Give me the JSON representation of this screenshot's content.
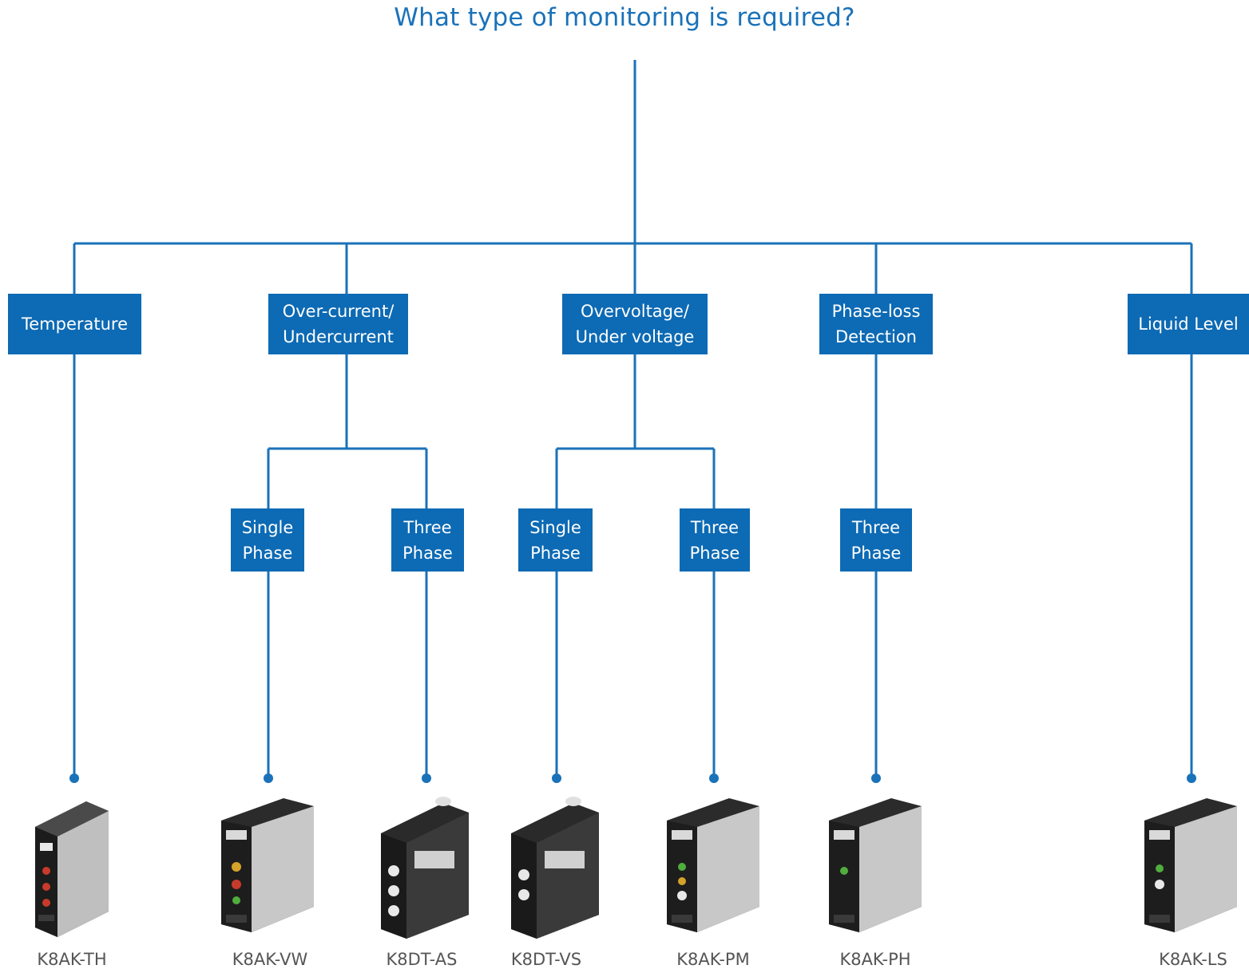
{
  "title": "What type of monitoring is required?",
  "colors": {
    "accent": "#0d6ab4",
    "line": "#1a72b9",
    "label": "#555555"
  },
  "categories": [
    {
      "label": "Temperature"
    },
    {
      "label": "Over-current/\nUndercurrent"
    },
    {
      "label": "Overvoltage/\nUnder voltage"
    },
    {
      "label": "Phase-loss\nDetection"
    },
    {
      "label": "Liquid Level"
    }
  ],
  "phases": [
    {
      "label": "Single\nPhase",
      "parent": "Over-current/\nUndercurrent"
    },
    {
      "label": "Three\nPhase",
      "parent": "Over-current/\nUndercurrent"
    },
    {
      "label": "Single\nPhase",
      "parent": "Overvoltage/\nUnder voltage"
    },
    {
      "label": "Three\nPhase",
      "parent": "Overvoltage/\nUnder voltage"
    },
    {
      "label": "Three\nPhase",
      "parent": "Phase-loss\nDetection"
    }
  ],
  "products": [
    {
      "model": "K8AK-TH",
      "icon": "relay-module-icon"
    },
    {
      "model": "K8AK-VW",
      "icon": "relay-module-icon"
    },
    {
      "model": "K8DT-AS",
      "icon": "relay-module-icon"
    },
    {
      "model": "K8DT-VS",
      "icon": "relay-module-icon"
    },
    {
      "model": "K8AK-PM",
      "icon": "relay-module-icon"
    },
    {
      "model": "K8AK-PH",
      "icon": "relay-module-icon"
    },
    {
      "model": "K8AK-LS",
      "icon": "relay-module-icon"
    }
  ]
}
